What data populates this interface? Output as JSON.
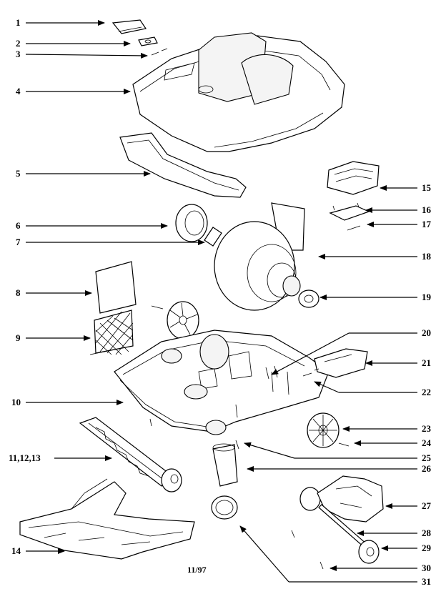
{
  "labels": {
    "p1": "1",
    "p2": "2",
    "p3": "3",
    "p4": "4",
    "p5": "5",
    "p6": "6",
    "p7": "7",
    "p8": "8",
    "p9": "9",
    "p10": "10",
    "p11": "11,12,13",
    "p14": "14",
    "p15": "15",
    "p16": "16",
    "p17": "17",
    "p18": "18",
    "p19": "19",
    "p20": "20",
    "p21": "21",
    "p22": "22",
    "p23": "23",
    "p24": "24",
    "p25": "25",
    "p26": "26",
    "p27": "27",
    "p28": "28",
    "p29": "29",
    "p30": "30",
    "p31b": "31",
    "p31": "31"
  },
  "footer_code": "11/97"
}
